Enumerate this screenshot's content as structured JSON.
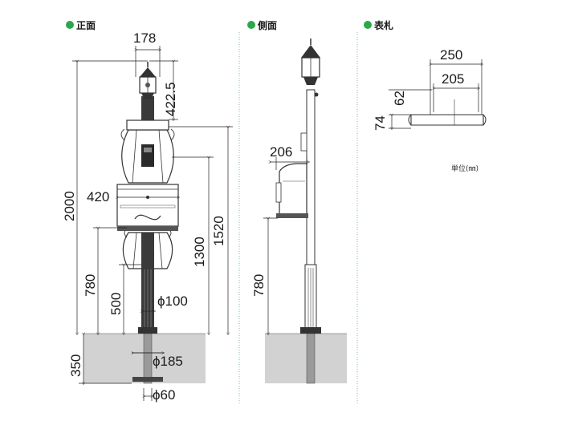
{
  "views": {
    "front": "正面",
    "side": "側面",
    "nameplate": "表札"
  },
  "front_dims": {
    "lamp_width": "178",
    "lamp_height": "422.5",
    "total_height": "2000",
    "box_width": "420",
    "mid_height": "1300",
    "tall_height": "1520",
    "base_780": "780",
    "base_500": "500",
    "pole_dia": "ϕ100",
    "ground_350": "350",
    "foot_dia": "ϕ185",
    "anchor_dia": "ϕ60"
  },
  "side_dims": {
    "depth": "206",
    "height": "780"
  },
  "nameplate_dims": {
    "width_outer": "250",
    "width_inner": "205",
    "height_62": "62",
    "height_74": "74"
  },
  "unit_label": "単位(㎜)",
  "colors": {
    "accent_green": "#2aa84a",
    "ground": "#d2d2d2",
    "guide_dots": "#7fb8b0"
  }
}
